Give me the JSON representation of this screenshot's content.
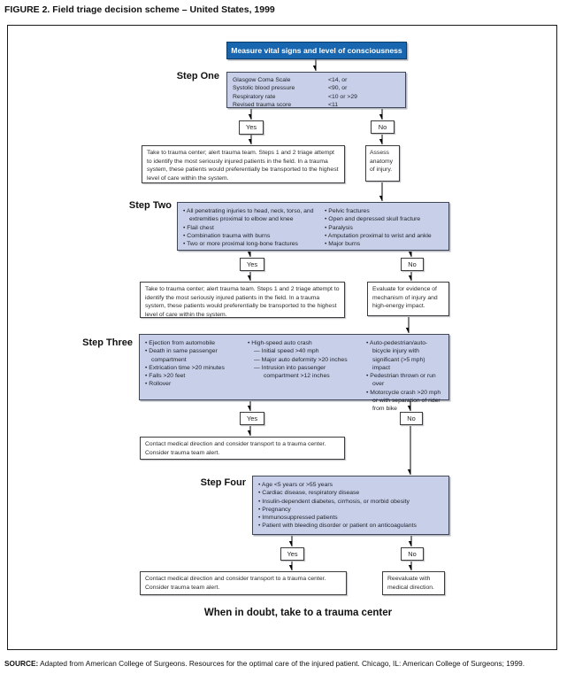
{
  "title": "FIGURE 2. Field triage decision scheme – United States, 1999",
  "colors": {
    "header_bg": "#1766af",
    "header_text": "#ffffff",
    "panel_bg": "#c7cfe9",
    "panel_border": "#40465a",
    "box_border": "#3c3c3c",
    "line_color": "#000000"
  },
  "flow": {
    "start": "Measure vital signs and level of consciousness",
    "yes_label": "Yes",
    "no_label": "No",
    "step1": {
      "label": "Step One",
      "rows": [
        {
          "name": "Glasgow Coma Scale",
          "value": "<14, or"
        },
        {
          "name": "Systolic blood pressure",
          "value": "<90, or"
        },
        {
          "name": "Respiratory rate",
          "value": "<10 or >29"
        },
        {
          "name": "Revised trauma score",
          "value": "<11"
        }
      ],
      "yes_result": "Take to trauma center; alert trauma team. Steps 1 and 2 triage attempt to identify the most seriously injured patients in the field. In a trauma system, these patients would preferentially be transported to the highest level of care within the system.",
      "no_result": "Assess anatomy of injury."
    },
    "step2": {
      "label": "Step Two",
      "col1": [
        "All penetrating injuries to head, neck, torso, and extremities proximal to elbow and knee",
        "Flail chest",
        "Combination trauma with burns",
        "Two or more proximal long-bone fractures"
      ],
      "col2": [
        "Pelvic fractures",
        "Open and depressed skull fracture",
        "Paralysis",
        "Amputation proximal to wrist and ankle",
        "Major burns"
      ],
      "yes_result": "Take to trauma center; alert trauma team. Steps 1 and 2 triage attempt to identify the most seriously injured patients in the field. In a trauma system, these patients would preferentially be transported to the highest level of care within the system.",
      "no_result": "Evaluate for evidence of mechanism of injury and high-energy impact."
    },
    "step3": {
      "label": "Step Three",
      "col1": [
        "Ejection from automobile",
        "Death in same passenger compartment",
        "Extrication time >20 minutes",
        "Falls >20 feet",
        "Rollover"
      ],
      "col2_main": [
        "High-speed auto crash"
      ],
      "col2_sub": [
        "— Initial speed >40 mph",
        "— Major auto deformity >20 inches",
        "— Intrusion into passenger compartment >12 inches"
      ],
      "col3": [
        "Auto-pedestrian/auto-bicycle injury with significant (>5 mph) impact",
        "Pedestrian thrown or run over",
        "Motorcycle crash >20 mph or with separation of rider from bike"
      ],
      "yes_result": "Contact medical direction and consider transport to a trauma center. Consider trauma team alert."
    },
    "step4": {
      "label": "Step Four",
      "items": [
        "Age <5 years or >55 years",
        "Cardiac disease, respiratory disease",
        "Insulin-dependent diabetes, cirrhosis, or morbid obesity",
        "Pregnancy",
        "Immunosuppressed patients",
        "Patient with bleeding disorder or patient on anticoagulants"
      ],
      "yes_result": "Contact medical direction and consider transport to a trauma center. Consider trauma team alert.",
      "no_result": "Reevaluate with medical direction."
    }
  },
  "footer": {
    "bottom_note": "When in doubt, take to a trauma center",
    "source_label": "SOURCE:",
    "source_text": "Adapted from American College of Surgeons. Resources for the optimal care of the injured patient. Chicago, IL: American College of Surgeons; 1999."
  }
}
